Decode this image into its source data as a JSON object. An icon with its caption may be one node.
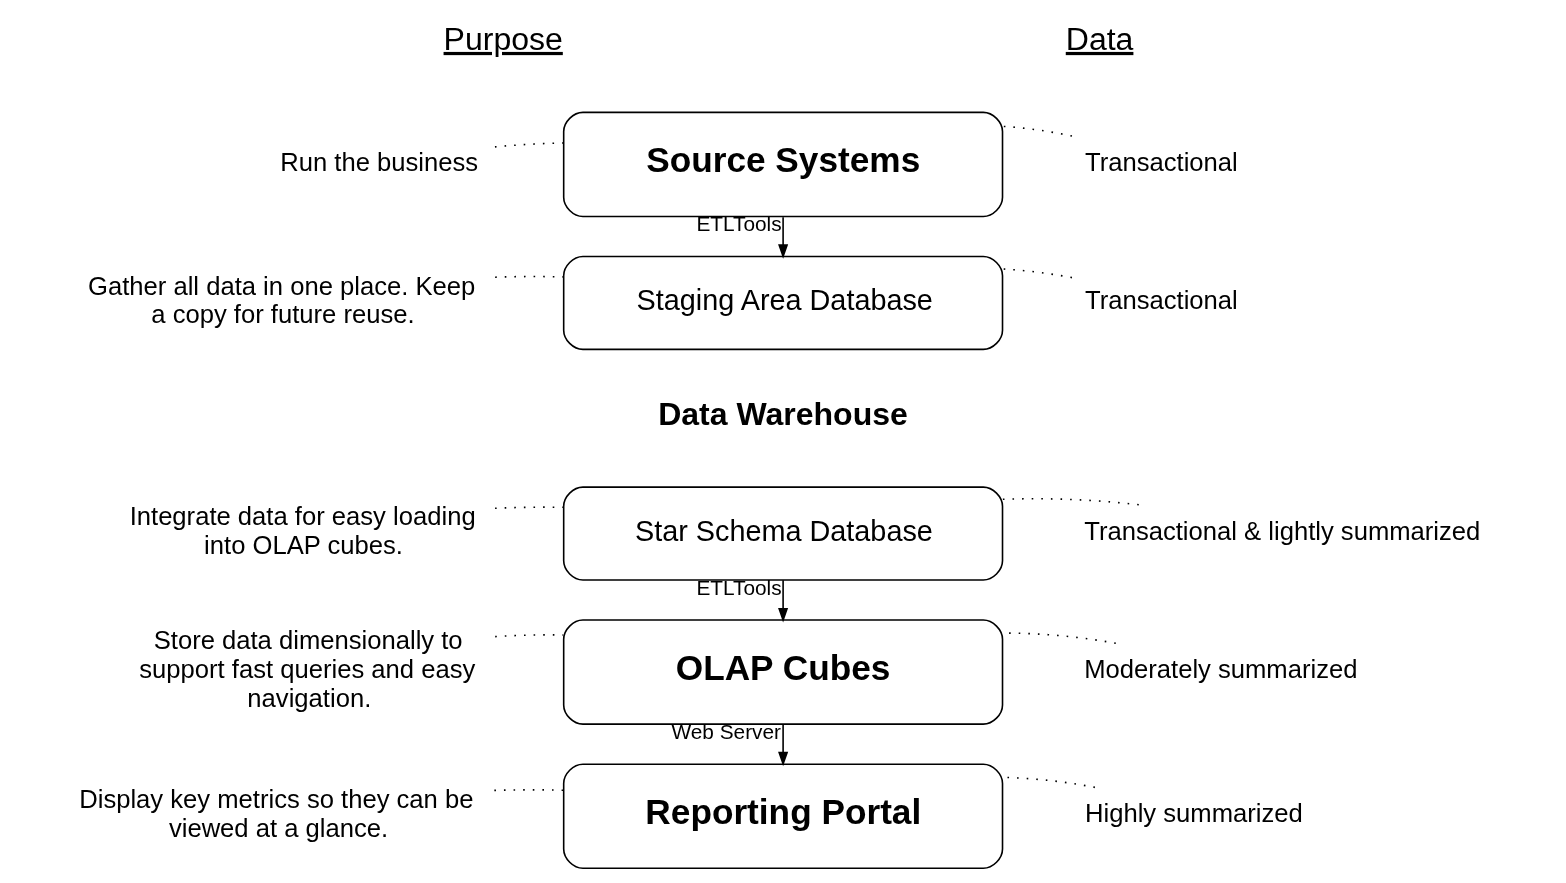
{
  "diagram": {
    "nodes": [
      {
        "text": [
          "Run the business"
        ]
      },
      {
        "text": [
          "Source Systems"
        ]
      },
      {
        "text": [
          "Transactional"
        ]
      },
      {
        "text": [
          "Gather all data in one place. Keep a copy for future reuse."
        ]
      },
      {
        "text": [
          "Staging Area Database"
        ]
      },
      {
        "text": [
          "Transactional"
        ]
      },
      {
        "text": [
          "Integrate data for easy loading into OLAP cubes."
        ]
      },
      {
        "text": [
          "Star Schema Database"
        ]
      },
      {
        "text": [
          "Transactional & lightly summarized"
        ]
      },
      {
        "text": [
          "Store data dimensionally to support fast queries and easy navigation."
        ]
      },
      {
        "text": [
          "OLAP Cubes"
        ]
      },
      {
        "text": [
          "Moderately summarized"
        ]
      },
      {
        "text": [
          "Display key metrics so they can be viewed at a glance."
        ]
      },
      {
        "text": [
          "Reporting Portal"
        ]
      },
      {
        "text": [
          "Highly summarized"
        ]
      }
    ],
    "edges": [
      {
        "from": 0,
        "to": 1,
        "arrow": "none",
        "style": "dashed"
      },
      {
        "from": 2,
        "to": 1,
        "arrow": "none",
        "style": "dashed"
      },
      {
        "from": 1,
        "to": 4,
        "arrow": "to",
        "label": "ETLTools"
      },
      {
        "from": 3,
        "to": 4,
        "arrow": "none",
        "style": "dashed"
      },
      {
        "from": 5,
        "to": 4,
        "arrow": "none",
        "style": "dashed"
      },
      {
        "from": 6,
        "to": 7,
        "arrow": "none",
        "style": "dashed"
      },
      {
        "from": 8,
        "to": 7,
        "arrow": "none",
        "style": "dashed"
      },
      {
        "from": 7,
        "to": 10,
        "arrow": "to",
        "label": "ETLTools"
      },
      {
        "from": 9,
        "to": 10,
        "arrow": "none",
        "style": "dashed"
      },
      {
        "from": 11,
        "to": 10,
        "arrow": "none",
        "style": "dashed"
      },
      {
        "from": 10,
        "to": 13,
        "arrow": "to",
        "label": "Web Server"
      },
      {
        "from": 12,
        "to": 13,
        "arrow": "none",
        "style": "dashed"
      },
      {
        "from": 14,
        "to": 13,
        "arrow": "none",
        "style": "dashed"
      }
    ],
    "labels": [
      "Purpose",
      "Data",
      "Data Warehouse"
    ]
  }
}
